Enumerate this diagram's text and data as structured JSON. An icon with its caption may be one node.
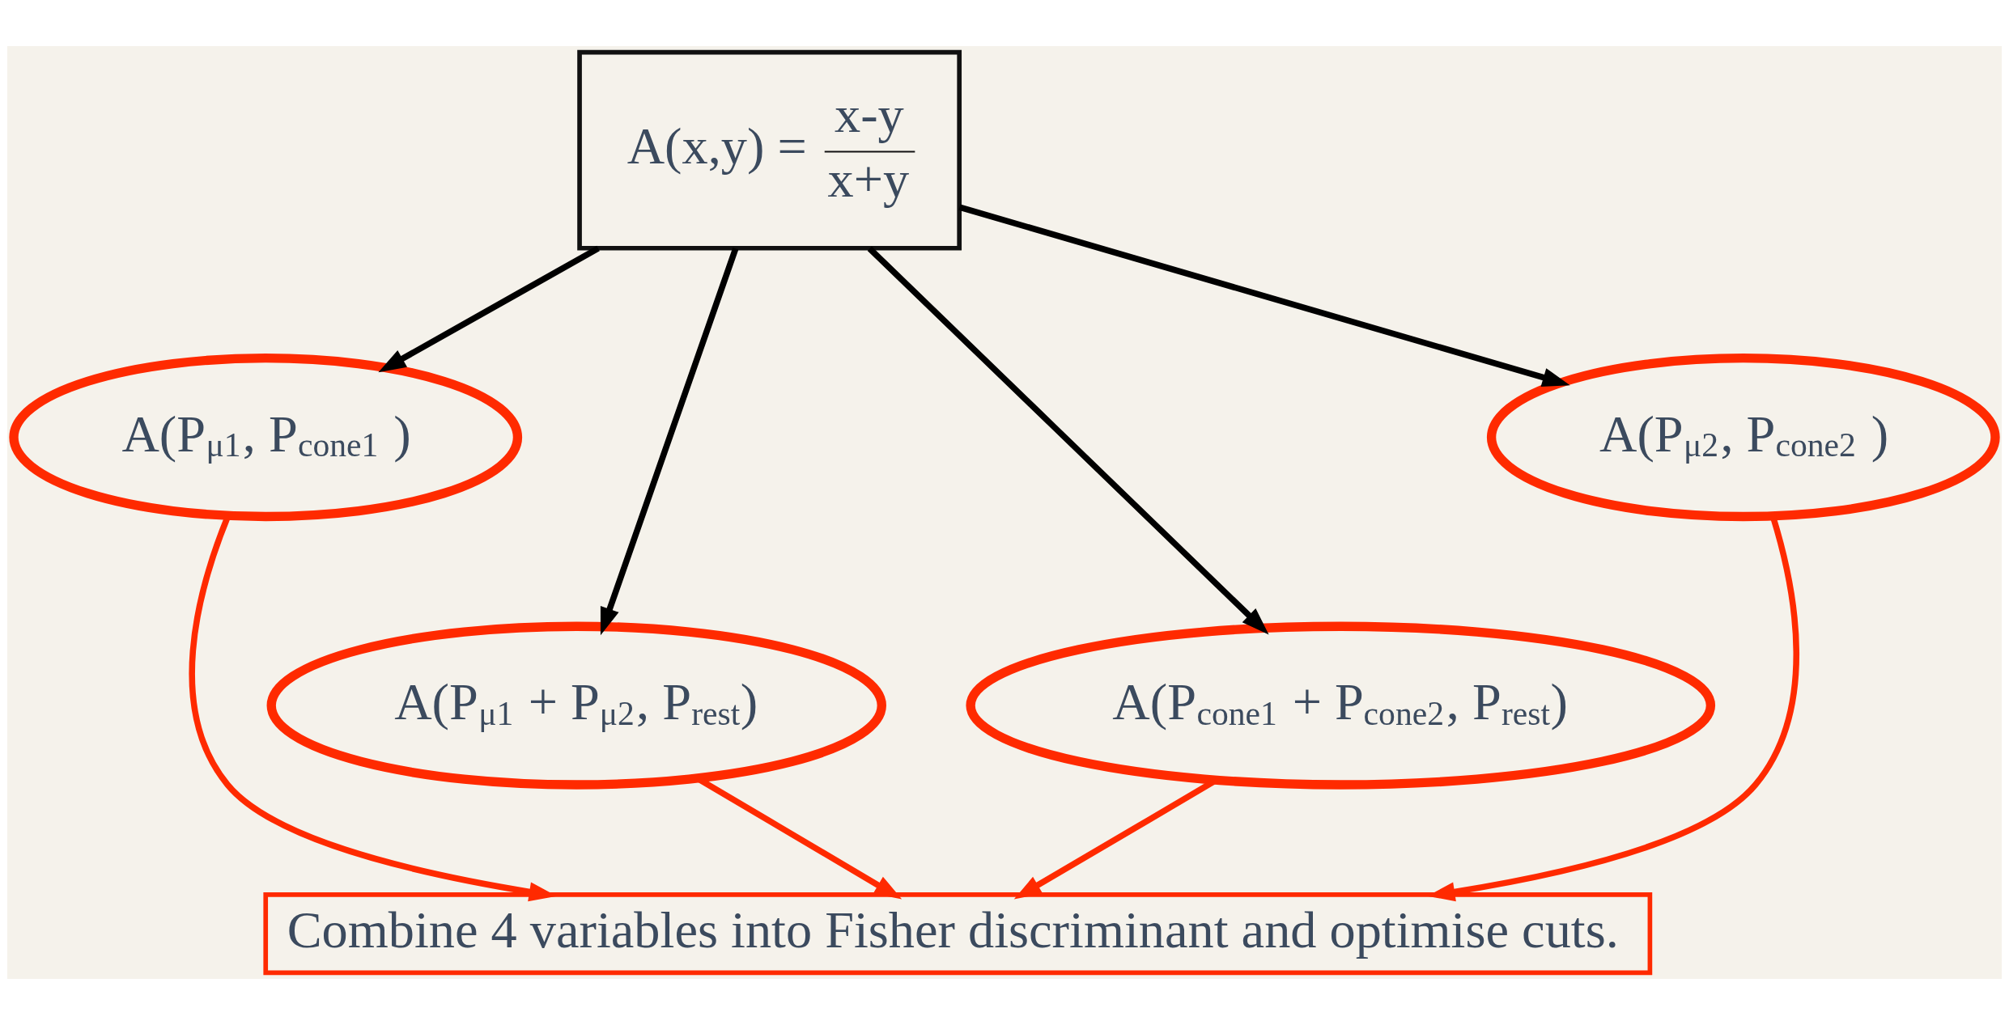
{
  "diagram": {
    "nodes": [
      {
        "text": [
          "A(x,y) =",
          "x-y",
          "x+y"
        ]
      },
      {
        "text": [
          "A(P$_{μ1}$, P$_{cone1}$ )"
        ]
      },
      {
        "text": [
          "A(P$_{μ2}$, P$_{cone2}$ )"
        ]
      },
      {
        "text": [
          "A(P$_{μ1}$ + P$_{μ2}$, P$_{rest}$)"
        ]
      },
      {
        "text": [
          "A(P$_{cone1}$ + P$_{cone2}$, P$_{rest}$)"
        ]
      },
      {
        "text": [
          "Combine 4 variables into Fisher discriminant and optimise cuts."
        ]
      }
    ],
    "edges": [
      {
        "from": 0,
        "to": 1,
        "arrow": "to"
      },
      {
        "from": 0,
        "to": 3,
        "arrow": "to"
      },
      {
        "from": 0,
        "to": 4,
        "arrow": "to"
      },
      {
        "from": 0,
        "to": 2,
        "arrow": "to"
      },
      {
        "from": 1,
        "to": 5,
        "arrow": "to",
        "color": "#ff2a00"
      },
      {
        "from": 3,
        "to": 5,
        "arrow": "to",
        "color": "#ff2a00"
      },
      {
        "from": 4,
        "to": 5,
        "arrow": "to",
        "color": "#ff2a00"
      },
      {
        "from": 2,
        "to": 5,
        "arrow": "to",
        "color": "#ff2a00"
      }
    ]
  }
}
